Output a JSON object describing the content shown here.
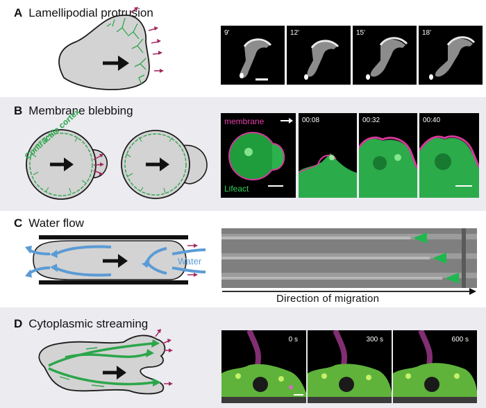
{
  "panels": [
    {
      "letter": "A",
      "title": "Lamellipodial protrusion",
      "timepoints": [
        "9'",
        "12'",
        "15'",
        "18'"
      ]
    },
    {
      "letter": "B",
      "title": "Membrane blebbing",
      "cortex_label": "Contractile cortex",
      "channel_labels": {
        "membrane": "membrane",
        "lifeact": "Lifeact"
      },
      "timepoints": [
        "00:08",
        "00:32",
        "00:40"
      ]
    },
    {
      "letter": "C",
      "title": "Water flow",
      "water_label": "Water",
      "axis_label": "Direction of migration"
    },
    {
      "letter": "D",
      "title": "Cytoplasmic streaming",
      "timepoints": [
        "0 s",
        "300 s",
        "600 s"
      ]
    }
  ],
  "colors": {
    "actin_green": "#2ca64a",
    "arrow_magenta": "#a3275e",
    "water_blue": "#5b9bd5",
    "cell_gray": "#d3d3d3",
    "membrane_magenta": "#d6389a",
    "kymograph_marker": "#1fb84f"
  }
}
